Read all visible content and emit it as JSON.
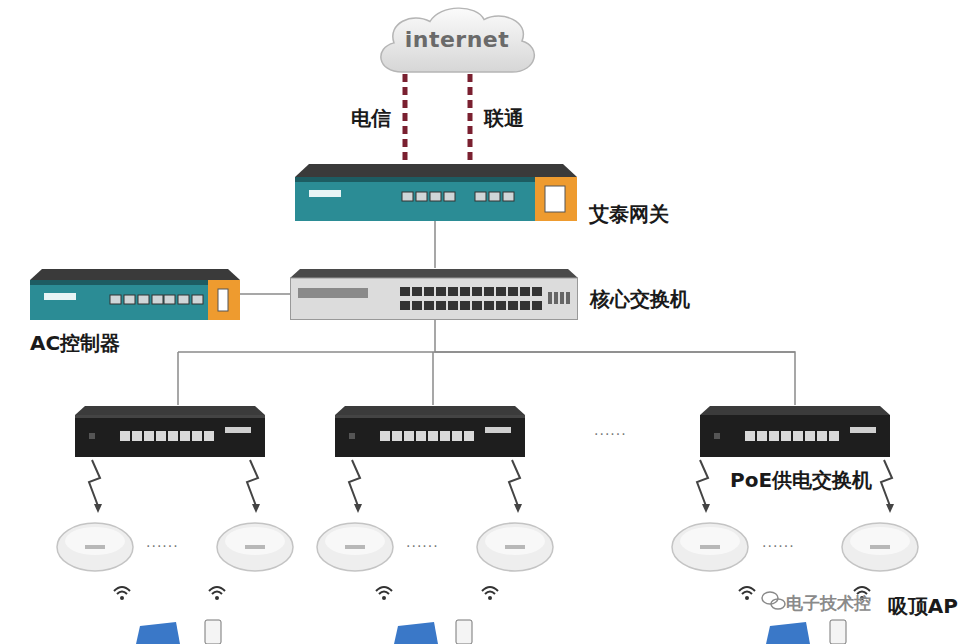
{
  "diagram": {
    "nodes": [
      {
        "text": [
          "internet"
        ]
      },
      {
        "text": [
          "艾泰网关"
        ]
      },
      {
        "text": [
          "AC控制器"
        ]
      },
      {
        "text": [
          "核心交换机"
        ]
      },
      {
        "text": [
          "PoE供电交换机"
        ]
      },
      {
        "text": [
          "吸顶AP"
        ]
      }
    ],
    "edges": [
      {
        "from": 0,
        "to": 1,
        "arrow": "none",
        "label": "电信"
      },
      {
        "from": 0,
        "to": 1,
        "arrow": "none",
        "label": "联通"
      },
      {
        "from": 1,
        "to": 3,
        "arrow": "none"
      },
      {
        "from": 3,
        "to": 2,
        "arrow": "none"
      },
      {
        "from": 3,
        "to": 4,
        "arrow": "none"
      }
    ],
    "labels": [
      "......",
      "......",
      "......",
      "......",
      "电子技术控"
    ]
  }
}
